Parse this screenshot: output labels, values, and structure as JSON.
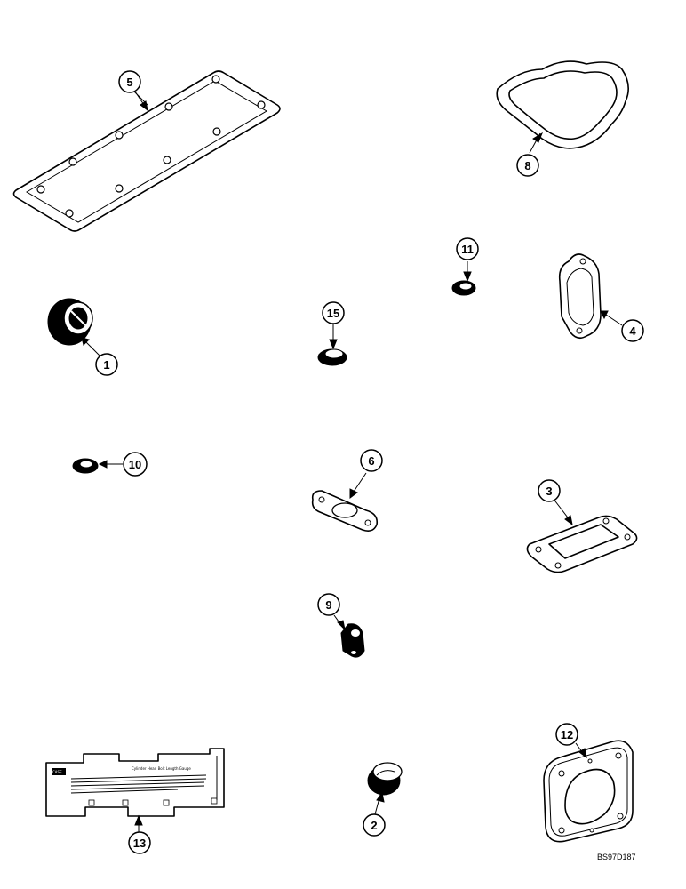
{
  "callouts": [
    {
      "id": "p1",
      "label": "1"
    },
    {
      "id": "p2",
      "label": "2"
    },
    {
      "id": "p3",
      "label": "3"
    },
    {
      "id": "p4",
      "label": "4"
    },
    {
      "id": "p5",
      "label": "5"
    },
    {
      "id": "p6",
      "label": "6"
    },
    {
      "id": "p8",
      "label": "8"
    },
    {
      "id": "p9",
      "label": "9"
    },
    {
      "id": "p10",
      "label": "10"
    },
    {
      "id": "p11",
      "label": "11"
    },
    {
      "id": "p12",
      "label": "12"
    },
    {
      "id": "p13",
      "label": "13"
    },
    {
      "id": "p15",
      "label": "15"
    }
  ],
  "gauge": {
    "brand": "CASE",
    "title": "Cylinder Head Bolt Length Gauge"
  },
  "figure_code": "BS97D187"
}
